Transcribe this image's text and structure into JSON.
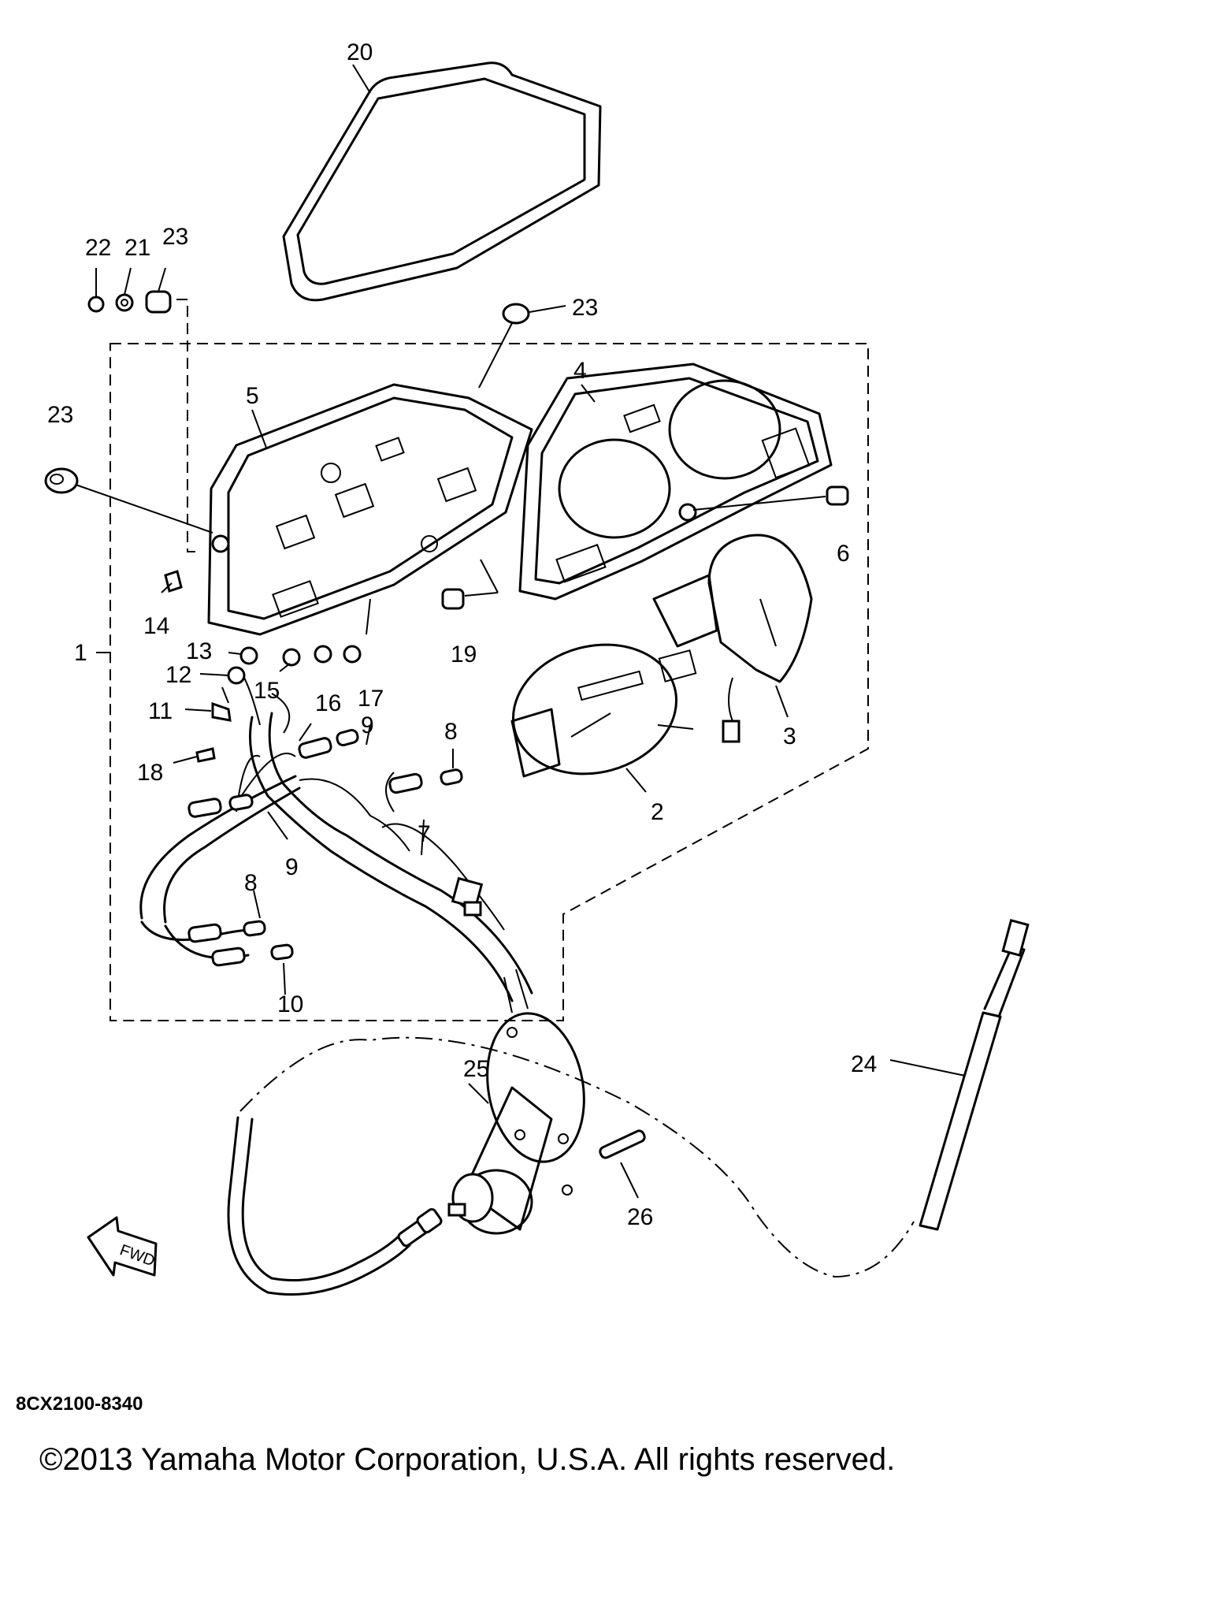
{
  "diagram": {
    "callouts": {
      "c1": "1",
      "c2": "2",
      "c3": "3",
      "c4": "4",
      "c5": "5",
      "c6": "6",
      "c7": "7",
      "c8a": "8",
      "c8b": "8",
      "c9a": "9",
      "c9b": "9",
      "c10": "10",
      "c11": "11",
      "c12": "12",
      "c13": "13",
      "c14": "14",
      "c15": "15",
      "c16": "16",
      "c17": "17",
      "c18": "18",
      "c19": "19",
      "c20": "20",
      "c21": "21",
      "c22": "22",
      "c23a": "23",
      "c23b": "23",
      "c23c": "23",
      "c24": "24",
      "c25": "25",
      "c26": "26"
    },
    "fwd_arrow_label": "FWD"
  },
  "footer": {
    "code": "8CX2100-8340",
    "copyright": "©2013 Yamaha Motor Corporation, U.S.A. All rights reserved."
  }
}
